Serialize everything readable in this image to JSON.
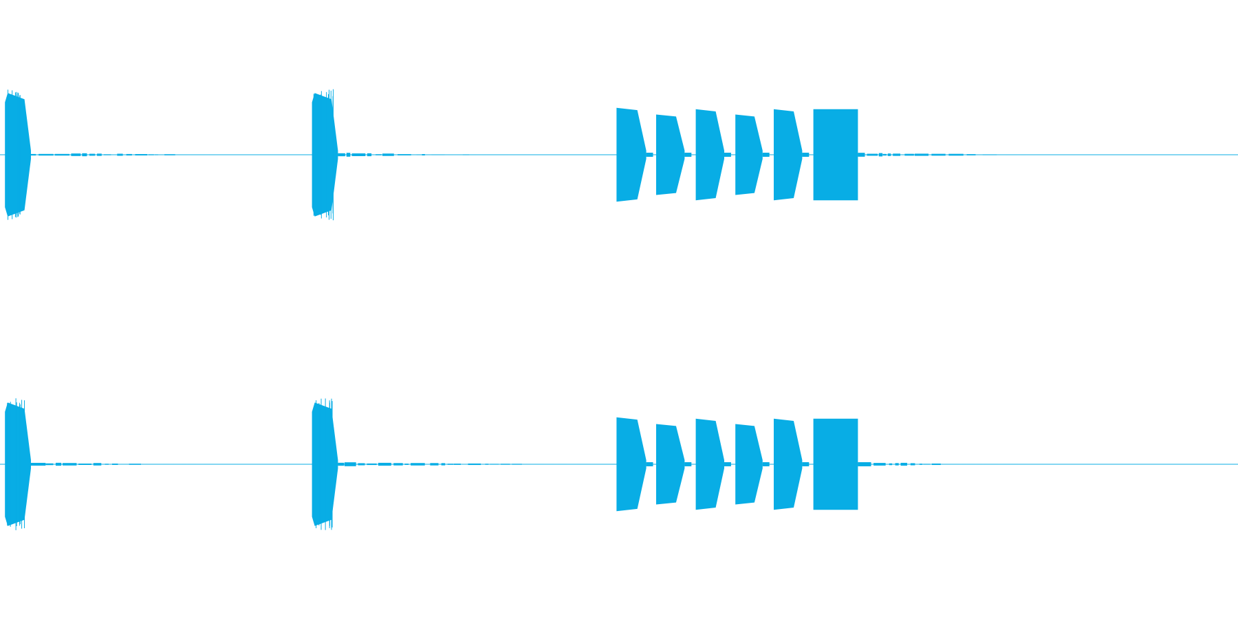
{
  "waveform": {
    "color": "#08ade5",
    "background": "#ffffff",
    "channels": [
      {
        "name": "",
        "segments": [
          {
            "kind": "burst",
            "start": 0.004,
            "end": 0.025,
            "amp": 0.46,
            "shape": "tapered",
            "tail": 0.15
          },
          {
            "kind": "burst",
            "start": 0.252,
            "end": 0.273,
            "amp": 0.46,
            "shape": "tapered",
            "tail": 0.13
          },
          {
            "kind": "burst",
            "start": 0.498,
            "end": 0.522,
            "amp": 0.35,
            "shape": "arrow"
          },
          {
            "kind": "burst",
            "start": 0.53,
            "end": 0.553,
            "amp": 0.3,
            "shape": "arrow"
          },
          {
            "kind": "burst",
            "start": 0.562,
            "end": 0.585,
            "amp": 0.34,
            "shape": "arrow"
          },
          {
            "kind": "burst",
            "start": 0.594,
            "end": 0.616,
            "amp": 0.3,
            "shape": "arrow"
          },
          {
            "kind": "burst",
            "start": 0.625,
            "end": 0.648,
            "amp": 0.34,
            "shape": "arrow"
          },
          {
            "kind": "burst",
            "start": 0.657,
            "end": 0.693,
            "amp": 0.34,
            "shape": "rect",
            "tail": 0.14
          }
        ]
      },
      {
        "name": "",
        "segments": [
          {
            "kind": "burst",
            "start": 0.004,
            "end": 0.025,
            "amp": 0.46,
            "shape": "tapered",
            "tail": 0.14
          },
          {
            "kind": "burst",
            "start": 0.252,
            "end": 0.273,
            "amp": 0.46,
            "shape": "tapered",
            "tail": 0.2
          },
          {
            "kind": "burst",
            "start": 0.498,
            "end": 0.522,
            "amp": 0.35,
            "shape": "arrow"
          },
          {
            "kind": "burst",
            "start": 0.53,
            "end": 0.553,
            "amp": 0.3,
            "shape": "arrow"
          },
          {
            "kind": "burst",
            "start": 0.562,
            "end": 0.585,
            "amp": 0.34,
            "shape": "arrow"
          },
          {
            "kind": "burst",
            "start": 0.594,
            "end": 0.616,
            "amp": 0.3,
            "shape": "arrow"
          },
          {
            "kind": "burst",
            "start": 0.625,
            "end": 0.648,
            "amp": 0.34,
            "shape": "arrow"
          },
          {
            "kind": "burst",
            "start": 0.657,
            "end": 0.693,
            "amp": 0.34,
            "shape": "rect",
            "tail": 0.12
          }
        ]
      }
    ]
  }
}
